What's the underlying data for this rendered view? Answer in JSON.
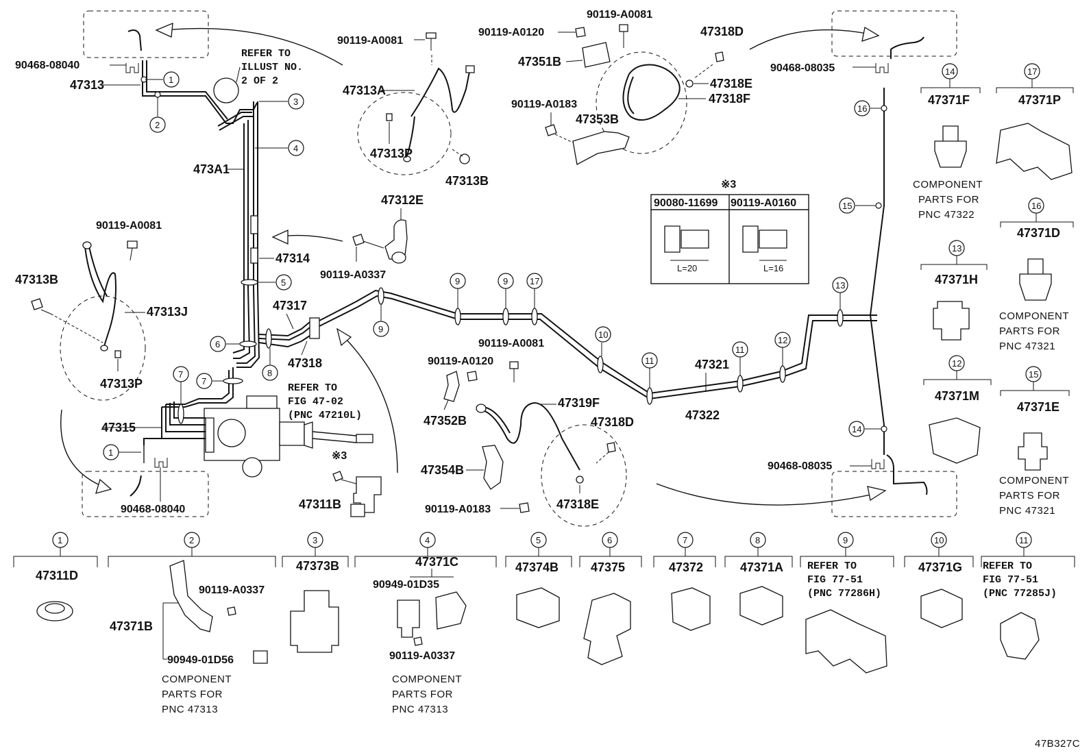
{
  "parts": {
    "p47313": "47313",
    "p90468_08040_top": "90468-08040",
    "p90468_08040_bot": "90468-08040",
    "p473A1": "473A1",
    "p47314": "47314",
    "p47317": "47317",
    "p47318": "47318",
    "p47315": "47315",
    "p47313A": "47313A",
    "p47313P_top": "47313P",
    "p47313B_top": "47313B",
    "p47312E": "47312E",
    "p90119_A0337_mid": "90119-A0337",
    "p90119_A0081_top": "90119-A0081",
    "p90119_A0081_left": "90119-A0081",
    "p47313B_left": "47313B",
    "p47313J": "47313J",
    "p47313P_left": "47313P",
    "p47311B": "47311B",
    "p90119_A0120_top": "90119-A0120",
    "p90119_A0081_topc": "90119-A0081",
    "p47351B": "47351B",
    "p90119_A0183_top": "90119-A0183",
    "p47353B": "47353B",
    "p47318D_top": "47318D",
    "p47318E_top": "47318E",
    "p47318F": "47318F",
    "p90468_08035_top": "90468-08035",
    "p90468_08035_bot": "90468-08035",
    "p47321": "47321",
    "p47322": "47322",
    "p90119_A0081_mid": "90119-A0081",
    "p90119_A0120_mid": "90119-A0120",
    "p47319F": "47319F",
    "p47352B": "47352B",
    "p47354B": "47354B",
    "p90119_A0183_mid": "90119-A0183",
    "p47318D_mid": "47318D",
    "p47318E_mid": "47318E",
    "p90080_11699": "90080-11699",
    "p90119_A0160": "90119-A0160"
  },
  "notes": {
    "refer_illust_1": "REFER TO",
    "refer_illust_2": "ILLUST NO.",
    "refer_illust_3": "2 OF 2",
    "refer_fig_1": "REFER TO",
    "refer_fig_2": "FIG 47-02",
    "refer_fig_3": "(PNC 47210L)",
    "kome3_a": "※3",
    "kome3_b": "※3",
    "len20": "L=20",
    "len16": "L=16",
    "diagram_id": "47B327C"
  },
  "callouts": [
    "1",
    "2",
    "3",
    "4",
    "5",
    "6",
    "7",
    "8",
    "9",
    "9",
    "9",
    "17",
    "10",
    "11",
    "11",
    "12",
    "13",
    "14",
    "15",
    "16"
  ],
  "right_panels": [
    {
      "num": "14",
      "pn": "47371F",
      "caption": [
        "COMPONENT",
        "PARTS FOR",
        "PNC 47322"
      ]
    },
    {
      "num": "17",
      "pn": "47371P",
      "caption": []
    },
    {
      "num": "16",
      "pn": "47371D",
      "caption": [
        "COMPONENT",
        "PARTS FOR",
        "PNC 47321"
      ]
    },
    {
      "num": "13",
      "pn": "47371H",
      "caption": []
    },
    {
      "num": "12",
      "pn": "47371M",
      "caption": []
    },
    {
      "num": "15",
      "pn": "47371E",
      "caption": [
        "COMPONENT",
        "PARTS FOR",
        "PNC 47321"
      ]
    }
  ],
  "bottom_panels": [
    {
      "num": "1",
      "pn": "47311D"
    },
    {
      "num": "2",
      "pn": ""
    },
    {
      "num": "3",
      "pn": "47373B"
    },
    {
      "num": "4",
      "pn": "47371C"
    },
    {
      "num": "5",
      "pn": "47374B"
    },
    {
      "num": "6",
      "pn": "47375"
    },
    {
      "num": "7",
      "pn": "47372"
    },
    {
      "num": "8",
      "pn": "47371A"
    },
    {
      "num": "9",
      "pn": ""
    },
    {
      "num": "10",
      "pn": "47371G"
    },
    {
      "num": "11",
      "pn": ""
    }
  ],
  "bottom_extra": {
    "p47371B": "47371B",
    "p90119_A0337_b2": "90119-A0337",
    "p90949_01D56": "90949-01D56",
    "cap2": [
      "COMPONENT",
      "PARTS FOR",
      "PNC 47313"
    ],
    "p90949_01D35": "90949-01D35",
    "p90119_A0337_b4": "90119-A0337",
    "cap4": [
      "COMPONENT",
      "PARTS FOR",
      "PNC 47313"
    ],
    "ref9": [
      "REFER TO",
      "FIG 77-51",
      "(PNC 77286H)"
    ],
    "ref11": [
      "REFER TO",
      "FIG 77-51",
      "(PNC 77285J)"
    ]
  }
}
